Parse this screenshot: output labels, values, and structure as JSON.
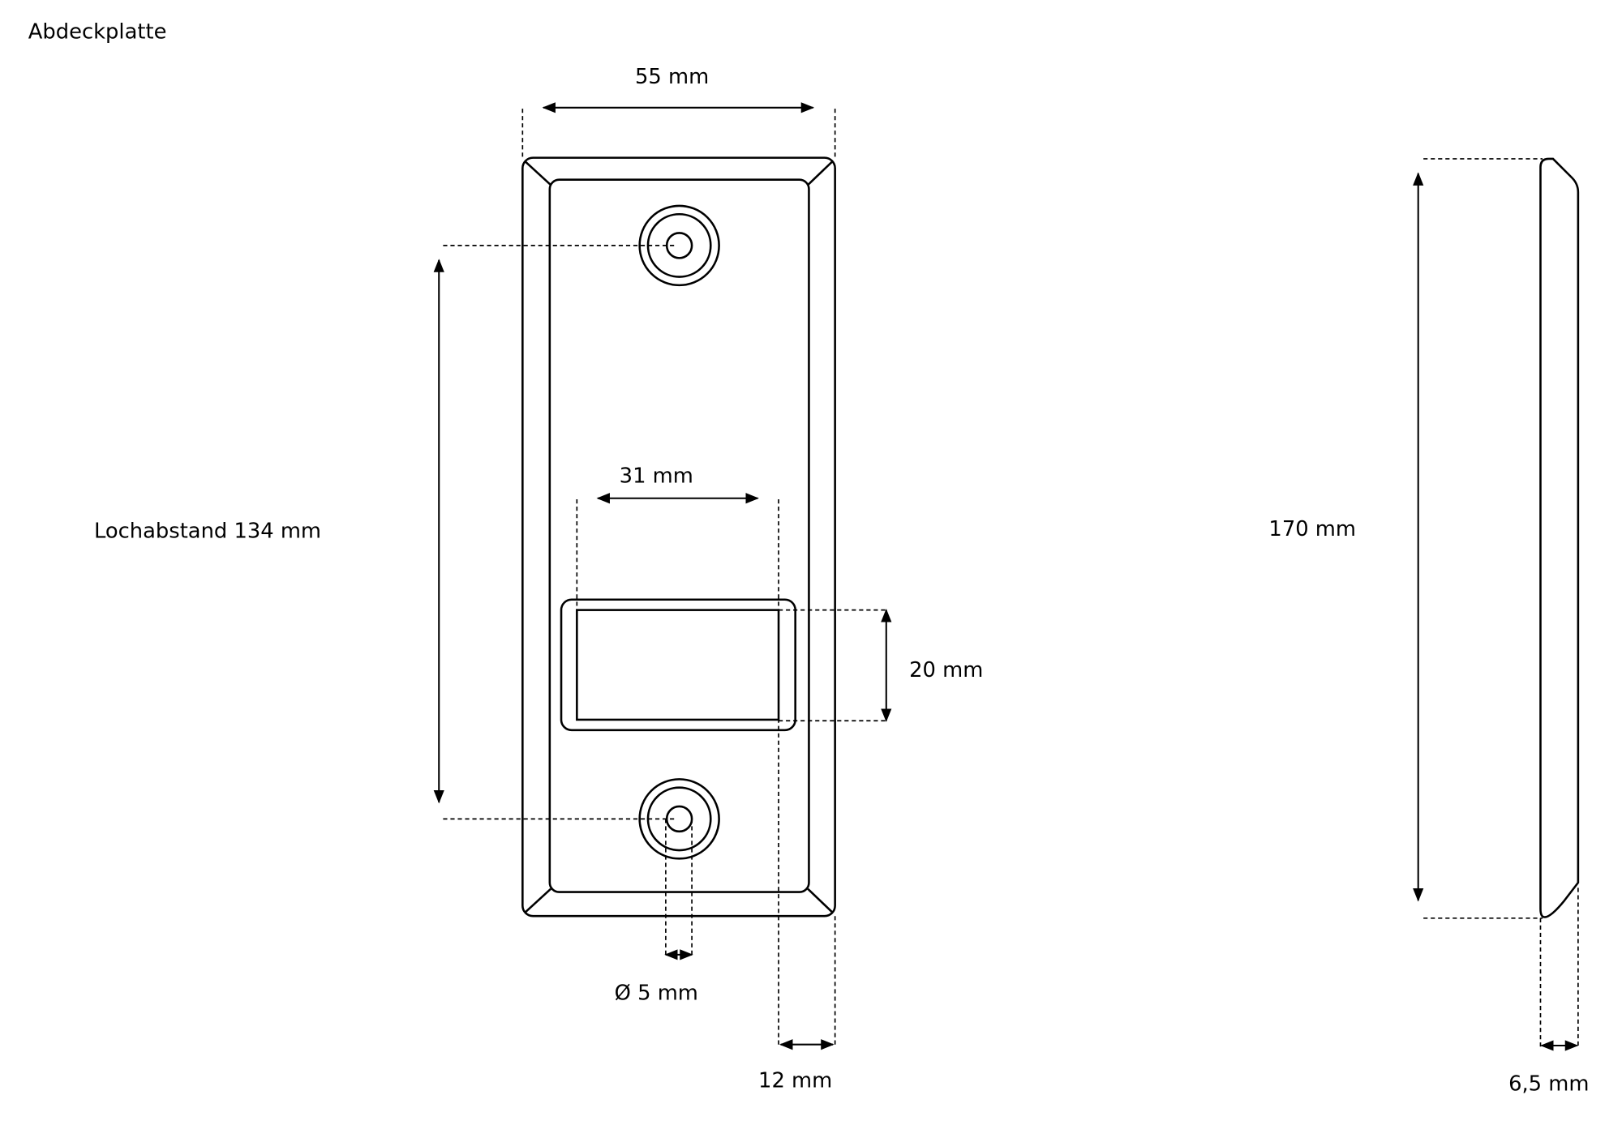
{
  "title": "Abdeckplatte",
  "dimensions": {
    "width": "55 mm",
    "opening_width": "31 mm",
    "hole_spacing": "Lochabstand 134 mm",
    "opening_height": "20 mm",
    "hole_diameter": "Ø 5 mm",
    "edge_offset": "12 mm",
    "height": "170 mm",
    "depth": "6,5 mm"
  }
}
